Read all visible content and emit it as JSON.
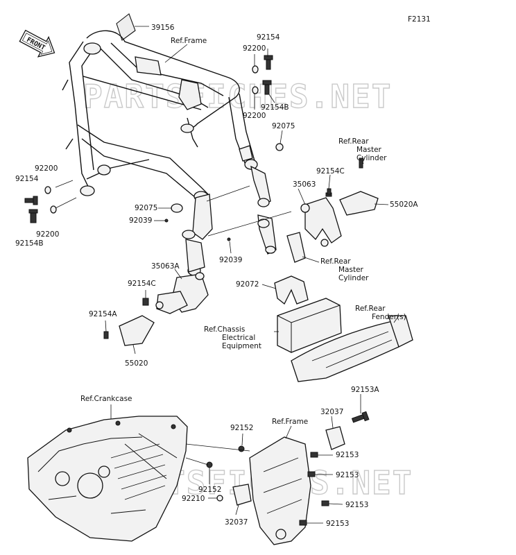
{
  "diagram": {
    "figure_id": "F2131",
    "front_arrow": "FRONT",
    "watermarks": [
      "PARTSFICHES.NET",
      "PARTSFICHES.NET"
    ],
    "labels": [
      {
        "id": "l39156",
        "text": "39156"
      },
      {
        "id": "lframe1",
        "text": "Ref.Frame"
      },
      {
        "id": "l92154_t",
        "text": "92154"
      },
      {
        "id": "l92200_t",
        "text": "92200"
      },
      {
        "id": "l92154B_t",
        "text": "92154B"
      },
      {
        "id": "l92200_t2",
        "text": "92200"
      },
      {
        "id": "l92075_t",
        "text": "92075"
      },
      {
        "id": "lrmc1a",
        "text": "Ref.Rear"
      },
      {
        "id": "lrmc1b",
        "text": "Master"
      },
      {
        "id": "lrmc1c",
        "text": "Cylinder"
      },
      {
        "id": "l92154C_r",
        "text": "92154C"
      },
      {
        "id": "l35063",
        "text": "35063"
      },
      {
        "id": "l55020A",
        "text": "55020A"
      },
      {
        "id": "l92200_l",
        "text": "92200"
      },
      {
        "id": "l92154_l",
        "text": "92154"
      },
      {
        "id": "l92200_l2",
        "text": "92200"
      },
      {
        "id": "l92154B_l",
        "text": "92154B"
      },
      {
        "id": "l92075_m",
        "text": "92075"
      },
      {
        "id": "l92039_m",
        "text": "92039"
      },
      {
        "id": "l92039_b",
        "text": "92039"
      },
      {
        "id": "lrmc2a",
        "text": "Ref.Rear"
      },
      {
        "id": "lrmc2b",
        "text": "Master"
      },
      {
        "id": "lrmc2c",
        "text": "Cylinder"
      },
      {
        "id": "l35063A",
        "text": "35063A"
      },
      {
        "id": "l92154C_l",
        "text": "92154C"
      },
      {
        "id": "l92072",
        "text": "92072"
      },
      {
        "id": "lfenA",
        "text": "Ref.Rear"
      },
      {
        "id": "lfenB",
        "text": "Fender(s)"
      },
      {
        "id": "l92154A",
        "text": "92154A"
      },
      {
        "id": "lchasA",
        "text": "Ref.Chassis"
      },
      {
        "id": "lchasB",
        "text": "Electrical"
      },
      {
        "id": "lchasC",
        "text": "Equipment"
      },
      {
        "id": "l55020",
        "text": "55020"
      },
      {
        "id": "lcrank",
        "text": "Ref.Crankcase"
      },
      {
        "id": "l92153A",
        "text": "92153A"
      },
      {
        "id": "l32037_t",
        "text": "32037"
      },
      {
        "id": "lframe2",
        "text": "Ref.Frame"
      },
      {
        "id": "l92152_t",
        "text": "92152"
      },
      {
        "id": "l92153_1",
        "text": "92153"
      },
      {
        "id": "l92153_2",
        "text": "92153"
      },
      {
        "id": "l92152_b",
        "text": "92152"
      },
      {
        "id": "l92210",
        "text": "92210"
      },
      {
        "id": "l92153_3",
        "text": "92153"
      },
      {
        "id": "l32037_b",
        "text": "32037"
      },
      {
        "id": "l92153_4",
        "text": "92153"
      }
    ]
  }
}
